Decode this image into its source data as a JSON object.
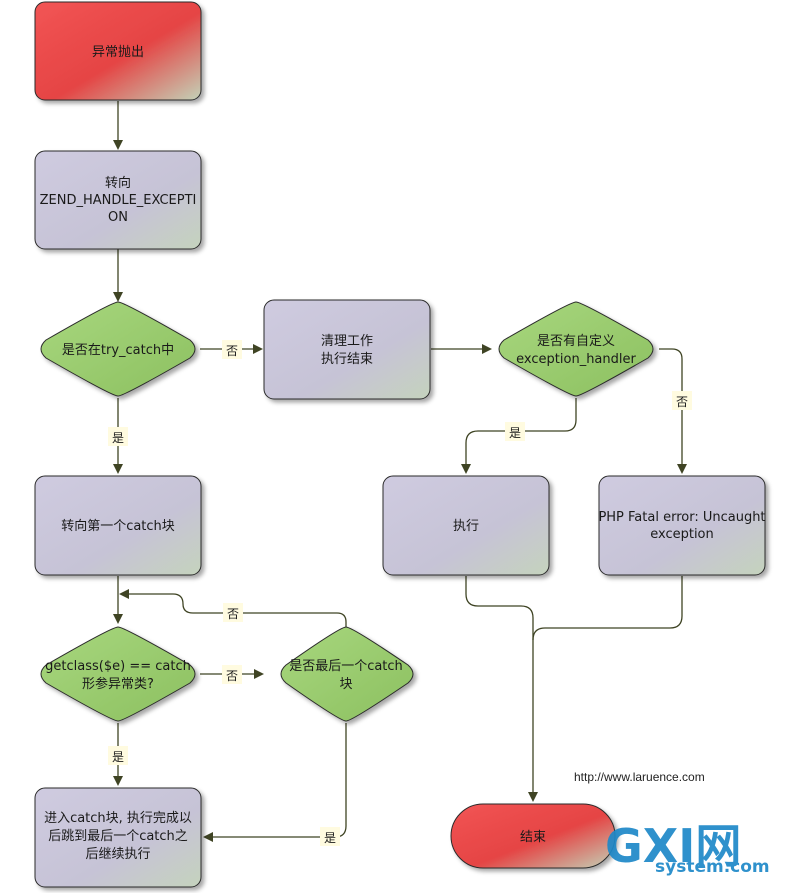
{
  "nodes": {
    "start": {
      "lines": [
        "异常抛出"
      ]
    },
    "zend": {
      "lines": [
        "转向",
        "ZEND_HANDLE_EXCEPTI",
        "ON"
      ]
    },
    "in_try": {
      "lines": [
        "是否在try_catch中"
      ]
    },
    "cleanup": {
      "lines": [
        "清理工作",
        "执行结束"
      ]
    },
    "custom_handler": {
      "lines": [
        "是否有自定义",
        "exception_handler"
      ]
    },
    "first_catch": {
      "lines": [
        "转向第一个catch块"
      ]
    },
    "execute": {
      "lines": [
        "执行"
      ]
    },
    "fatal": {
      "lines": [
        "PHP Fatal error:  Uncaught",
        "exception"
      ]
    },
    "getclass": {
      "lines": [
        "getclass($e) == catch",
        "形参异常类?"
      ]
    },
    "last_catch": {
      "lines": [
        "是否最后一个catch",
        "块"
      ]
    },
    "enter_catch": {
      "lines": [
        "进入catch块, 执行完成以",
        "后跳到最后一个catch之",
        "后继续执行"
      ]
    },
    "end": {
      "lines": [
        "结束"
      ]
    }
  },
  "edge_labels": {
    "no_try": "否",
    "yes_try": "是",
    "yes_handler": "是",
    "no_handler": "否",
    "no_loop": "否",
    "no_getclass": "否",
    "yes_getclass": "是",
    "yes_last": "是"
  },
  "footer": {
    "url": "http://www.laruence.com",
    "watermark_logo": "GXI网",
    "watermark_domain": "system.com"
  },
  "colors": {
    "terminal": "#e04848",
    "process": "#c9c6d8",
    "decision": "#9ccc72",
    "arrow": "#3f4424",
    "label_bg": "#fffbe0"
  }
}
